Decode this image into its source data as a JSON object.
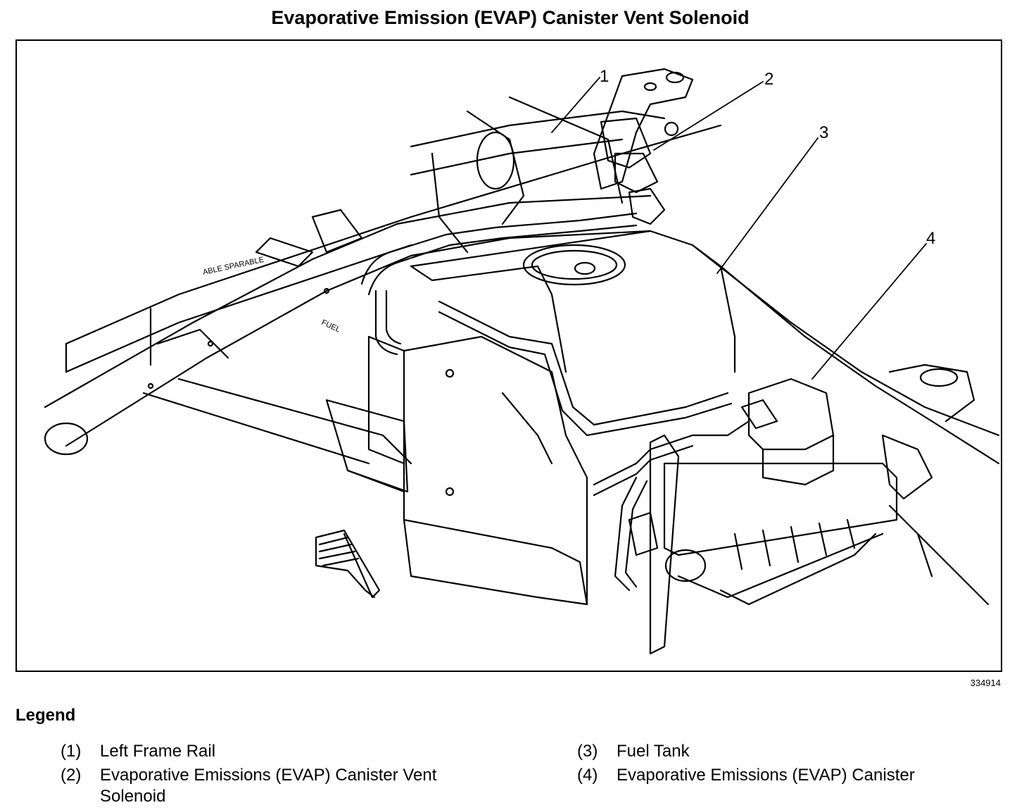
{
  "title": "Evaporative Emission (EVAP) Canister Vent Solenoid",
  "figure_id": "334914",
  "callouts": [
    "1",
    "2",
    "3",
    "4"
  ],
  "legend": {
    "heading": "Legend",
    "items": [
      {
        "num": "(1)",
        "label": "Left Frame Rail"
      },
      {
        "num": "(2)",
        "label": "Evaporative Emissions (EVAP) Canister Vent Solenoid"
      },
      {
        "num": "(3)",
        "label": "Fuel Tank"
      },
      {
        "num": "(4)",
        "label": "Evaporative Emissions (EVAP) Canister"
      }
    ]
  },
  "drawing_text": {
    "fuel": "FUEL",
    "label_fragment": "ABLE SPARABLE"
  }
}
